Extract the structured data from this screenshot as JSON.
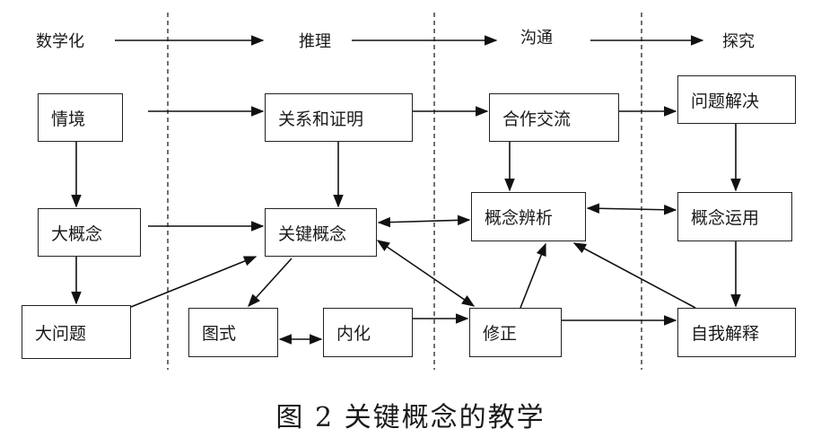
{
  "stages": [
    "数学化",
    "推理",
    "沟通",
    "探究"
  ],
  "boxes": {
    "qingjing": "情境",
    "da_gainian": "大概念",
    "da_wenti": "大问题",
    "guanxi_zhengming": "关系和证明",
    "guanjian_gainian": "关键概念",
    "tushi": "图式",
    "neihua": "内化",
    "hezuo_jiaoliu": "合作交流",
    "gainian_bianxi": "概念辨析",
    "xiuzheng": "修正",
    "wenti_jiejue": "问题解决",
    "gainian_yunyong": "概念运用",
    "ziwo_jieshi": "自我解释"
  },
  "caption": "图 2  关键概念的教学"
}
